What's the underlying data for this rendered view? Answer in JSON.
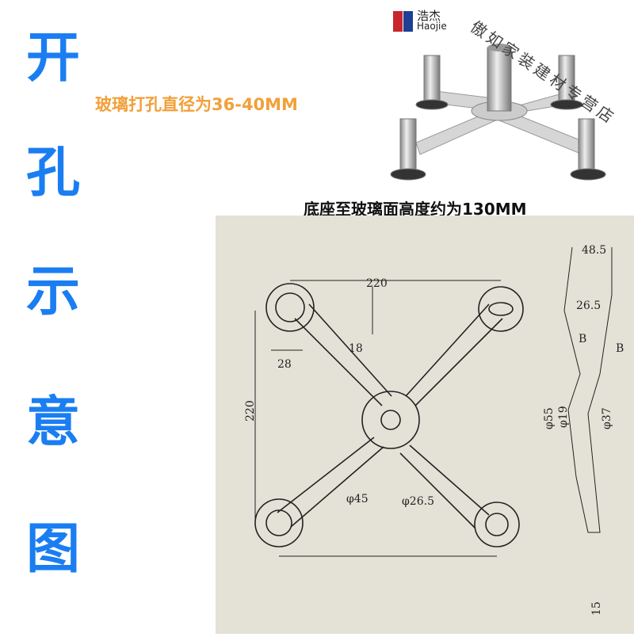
{
  "side_title": [
    "开",
    "孔",
    "示",
    "意",
    "图"
  ],
  "hole_note": "玻璃打孔直径为36-40MM",
  "height_note": "底座至玻璃面高度约为130MM",
  "brand": {
    "cn": "浩杰",
    "en": "Haojie"
  },
  "watermark": "傲如家装建材专营店",
  "colors": {
    "title_blue": "#1a7ef2",
    "note_orange": "#f2a03a",
    "paper": "#e4e2d7"
  },
  "drawing": {
    "dim_span_top": "220",
    "dim_18": "18",
    "dim_28": "28",
    "dim_span_left": "220",
    "dim_phi45": "φ45",
    "dim_phi26_5": "φ26.5",
    "side_48_5": "48.5",
    "side_26_5": "26.5",
    "side_b1": "B",
    "side_b2": "B",
    "side_phi55": "φ55",
    "side_phi19": "φ19",
    "side_phi37": "φ37",
    "side_15": "15"
  }
}
